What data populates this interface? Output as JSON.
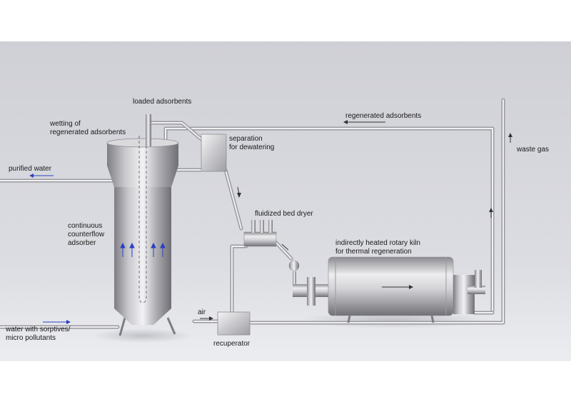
{
  "labels": {
    "loaded_adsorbents": "loaded adsorbents",
    "wetting_of_regenerated_adsorbents": [
      "wetting of",
      "regenerated adsorbents"
    ],
    "regenerated_adsorbents": "regenerated adsorbents",
    "separation_for_dewatering": [
      "separation",
      "for dewatering"
    ],
    "waste_gas": "waste gas",
    "purified_water": "purified water",
    "fluidized_bed_dryer": "fluidized bed dryer",
    "continuous_counterflow_adsorber": [
      "continuous",
      "counterflow",
      "adsorber"
    ],
    "indirectly_heated_rotary_kiln": [
      "indirectly heated rotary kiln",
      "for thermal regeneration"
    ],
    "air": "air",
    "water_with_sorptives": [
      "water with sorptives/",
      "micro pollutants"
    ],
    "recuperator": "recuperator"
  },
  "colors": {
    "background": "#d3d3d9",
    "floor": "#e9eaee",
    "pipe_light": "#f4f4f6",
    "pipe_dark": "#9a9aa0",
    "steel_dark": "#8c8c92",
    "steel_light": "#f0f0f2",
    "arrow_blue": "#2a3fbf",
    "arrow_dark": "#333333"
  }
}
